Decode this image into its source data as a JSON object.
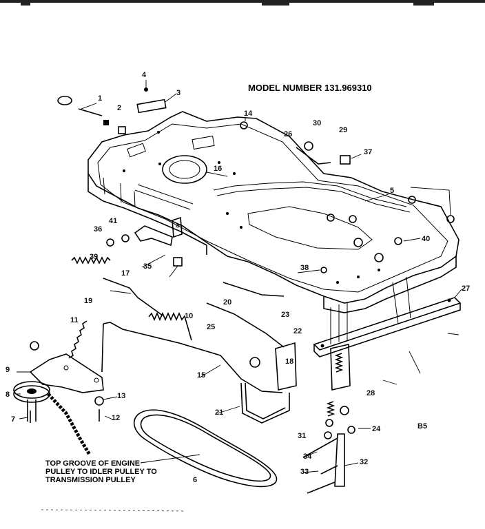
{
  "model_number_text": "MODEL NUMBER 131.969310",
  "note_lines": [
    "TOP GROOVE OF ENGINE",
    "PULLEY TO IDLER PULLEY TO",
    "TRANSMISSION PULLEY"
  ],
  "page_mark": "B5",
  "callouts": [
    "1",
    "2",
    "3",
    "4",
    "5",
    "6",
    "7",
    "8",
    "9",
    "10",
    "11",
    "12",
    "13",
    "14",
    "15",
    "16",
    "17",
    "18",
    "19",
    "20",
    "21",
    "22",
    "23",
    "24",
    "25",
    "26",
    "27",
    "28",
    "29",
    "30",
    "31",
    "32",
    "33",
    "34",
    "35",
    "36",
    "37",
    "38",
    "39",
    "40",
    "41"
  ]
}
